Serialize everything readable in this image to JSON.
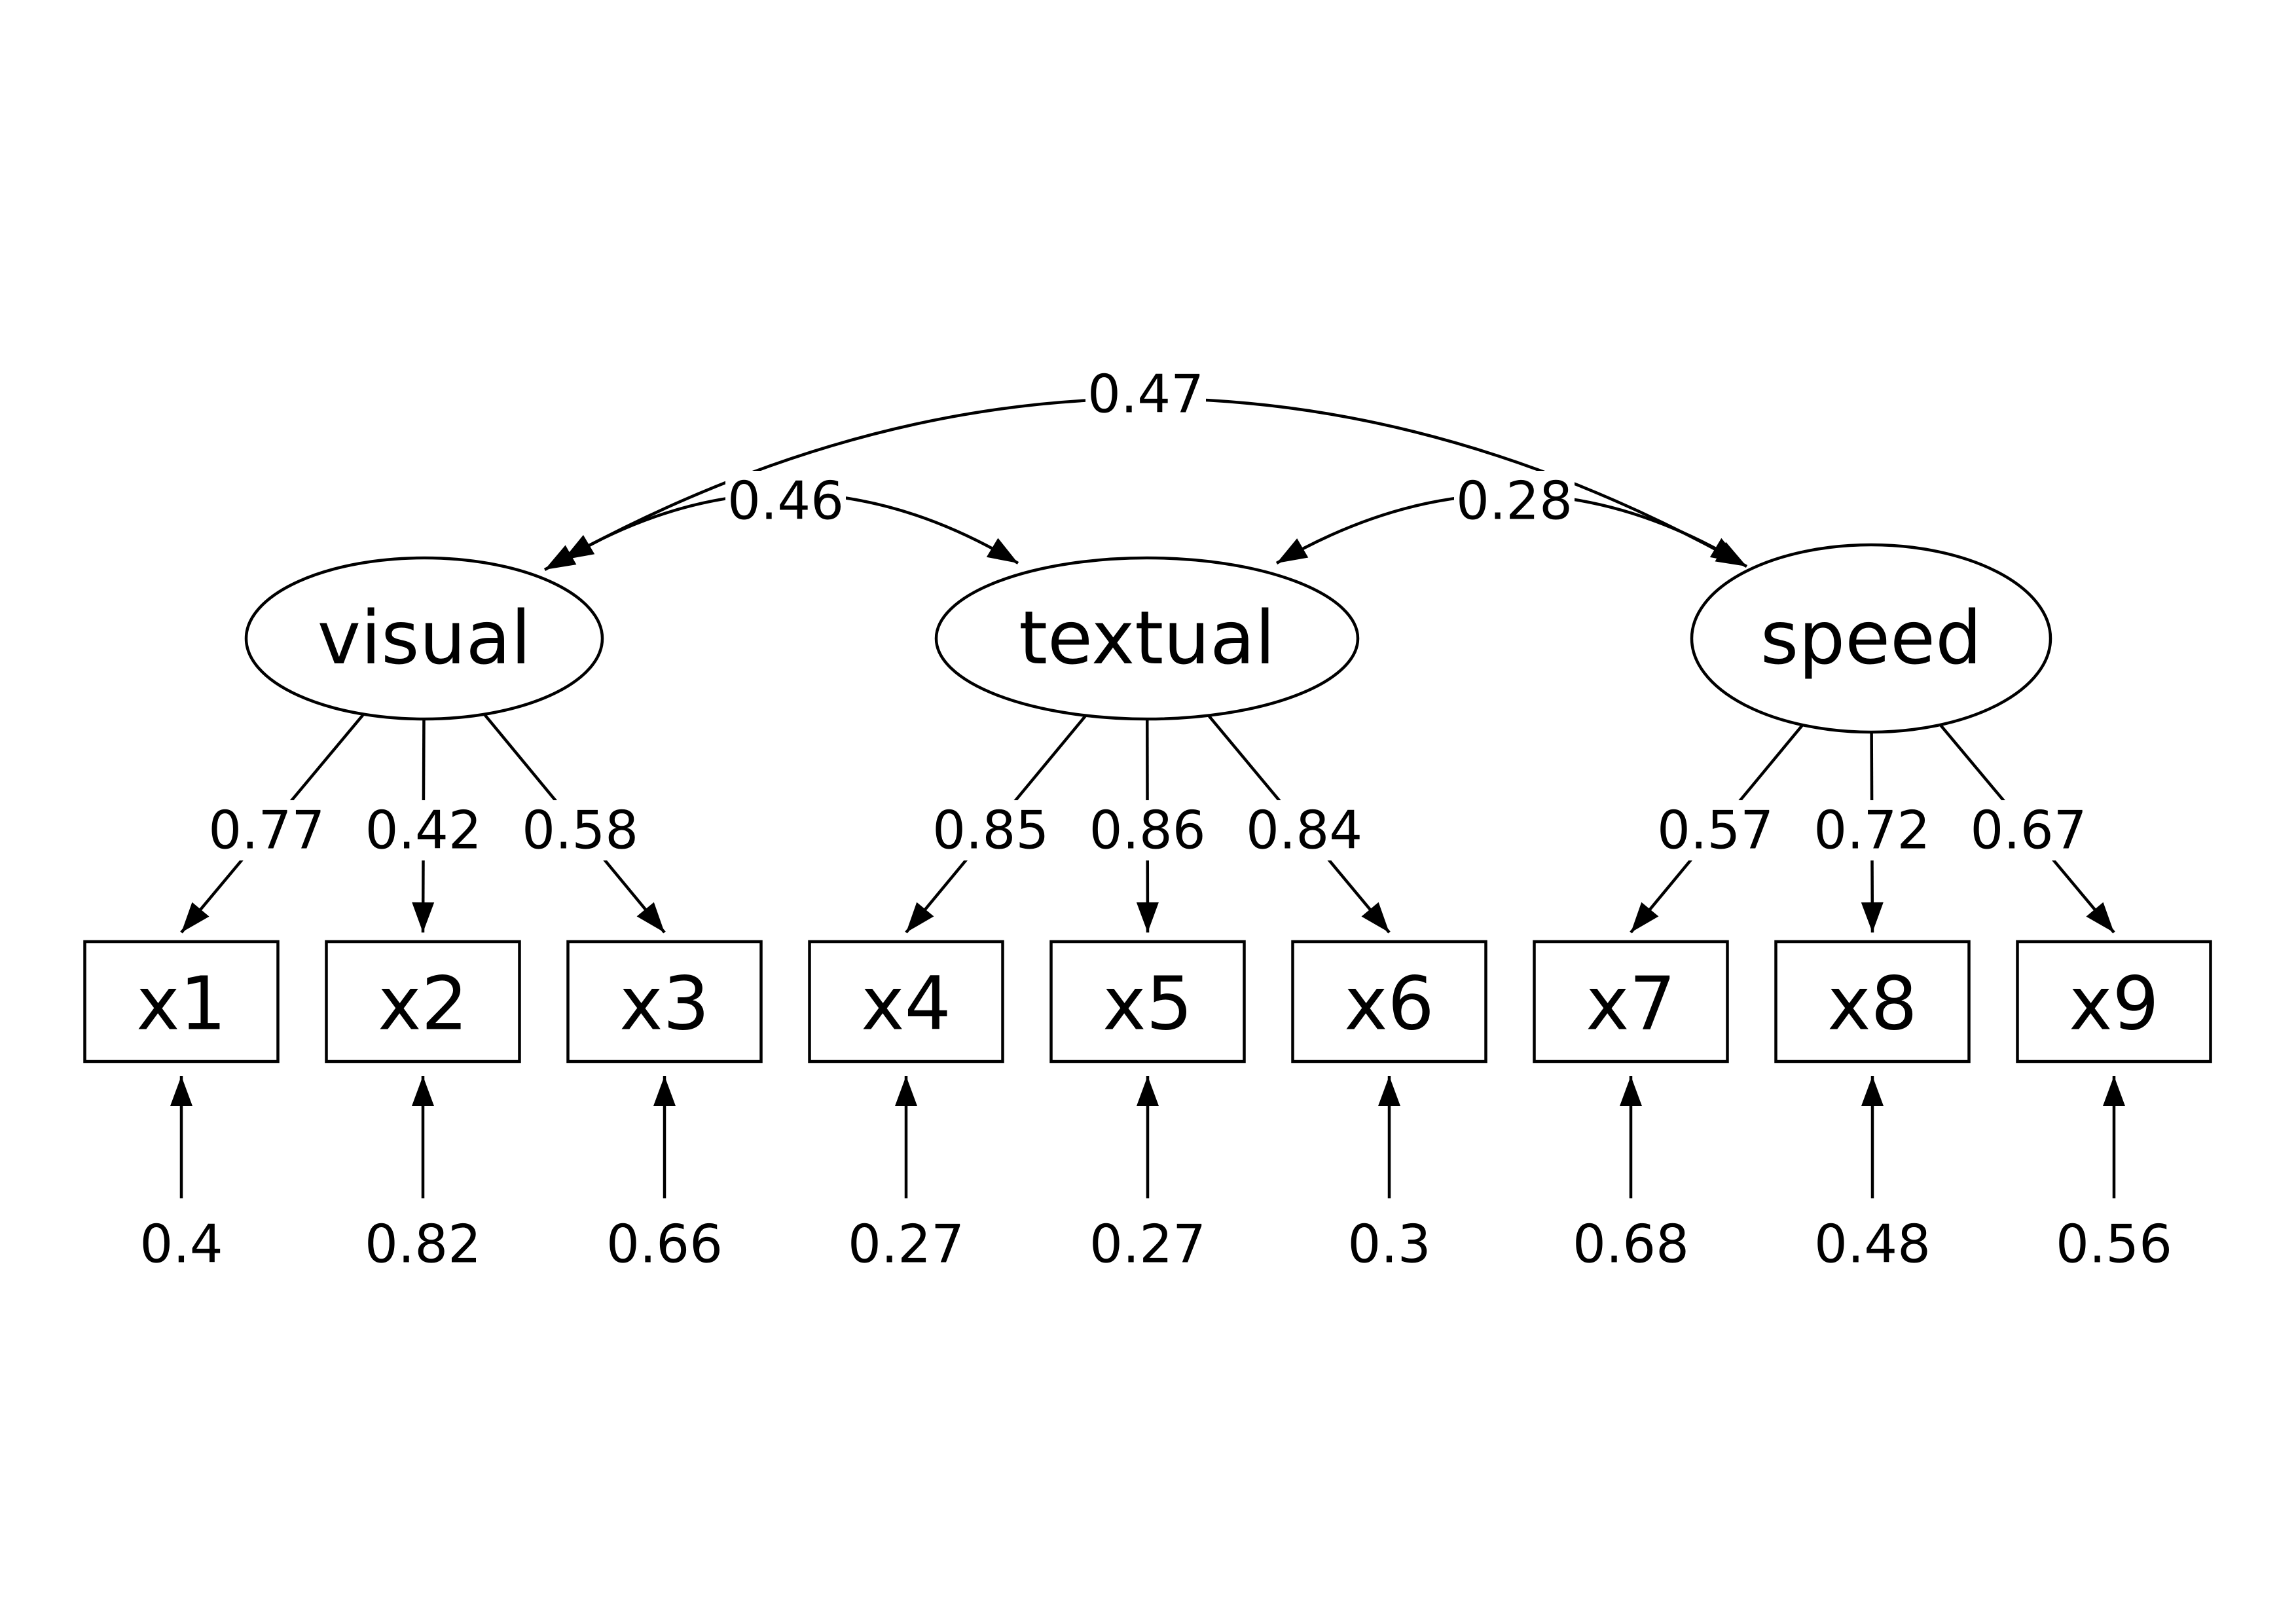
{
  "latents": [
    {
      "id": "visual",
      "label": "visual"
    },
    {
      "id": "textual",
      "label": "textual"
    },
    {
      "id": "speed",
      "label": "speed"
    }
  ],
  "observed": [
    {
      "id": "x1",
      "label": "x1",
      "factor": "visual"
    },
    {
      "id": "x2",
      "label": "x2",
      "factor": "visual"
    },
    {
      "id": "x3",
      "label": "x3",
      "factor": "visual"
    },
    {
      "id": "x4",
      "label": "x4",
      "factor": "textual"
    },
    {
      "id": "x5",
      "label": "x5",
      "factor": "textual"
    },
    {
      "id": "x6",
      "label": "x6",
      "factor": "textual"
    },
    {
      "id": "x7",
      "label": "x7",
      "factor": "speed"
    },
    {
      "id": "x8",
      "label": "x8",
      "factor": "speed"
    },
    {
      "id": "x9",
      "label": "x9",
      "factor": "speed"
    }
  ],
  "loadings": [
    {
      "from": "visual",
      "to": "x1",
      "label": "0.77"
    },
    {
      "from": "visual",
      "to": "x2",
      "label": "0.42"
    },
    {
      "from": "visual",
      "to": "x3",
      "label": "0.58"
    },
    {
      "from": "textual",
      "to": "x4",
      "label": "0.85"
    },
    {
      "from": "textual",
      "to": "x5",
      "label": "0.86"
    },
    {
      "from": "textual",
      "to": "x6",
      "label": "0.84"
    },
    {
      "from": "speed",
      "to": "x7",
      "label": "0.57"
    },
    {
      "from": "speed",
      "to": "x8",
      "label": "0.72"
    },
    {
      "from": "speed",
      "to": "x9",
      "label": "0.67"
    }
  ],
  "residuals": [
    {
      "to": "x1",
      "label": "0.4"
    },
    {
      "to": "x2",
      "label": "0.82"
    },
    {
      "to": "x3",
      "label": "0.66"
    },
    {
      "to": "x4",
      "label": "0.27"
    },
    {
      "to": "x5",
      "label": "0.27"
    },
    {
      "to": "x6",
      "label": "0.3"
    },
    {
      "to": "x7",
      "label": "0.68"
    },
    {
      "to": "x8",
      "label": "0.48"
    },
    {
      "to": "x9",
      "label": "0.56"
    }
  ],
  "covariances": [
    {
      "a": "visual",
      "b": "textual",
      "label": "0.46"
    },
    {
      "a": "textual",
      "b": "speed",
      "label": "0.28"
    },
    {
      "a": "visual",
      "b": "speed",
      "label": "0.47"
    }
  ]
}
